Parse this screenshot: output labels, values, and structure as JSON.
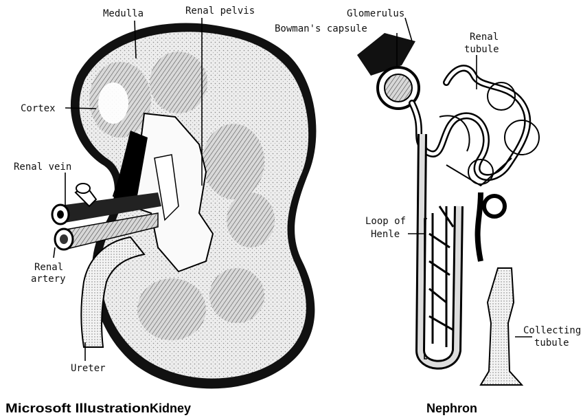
{
  "kidney_labels": {
    "medulla": "Medulla",
    "renal_pelvis": "Renal pelvis",
    "cortex": "Cortex",
    "renal_vein": "Renal vein",
    "renal_artery_1": "Renal",
    "renal_artery_2": "artery",
    "ureter": "Ureter"
  },
  "nephron_labels": {
    "glomerulus": "Glomerulus",
    "bowmans_capsule": "Bowman's capsule",
    "renal_tubule_1": "Renal",
    "renal_tubule_2": "tubule",
    "loop_of_henle_1": "Loop of",
    "loop_of_henle_2": "Henle",
    "collecting_tubule_1": "Collecting",
    "collecting_tubule_2": "tubule"
  },
  "captions": {
    "credit": "Microsoft Illustration",
    "kidney_title": "Kidney",
    "nephron_title": "Nephron"
  }
}
